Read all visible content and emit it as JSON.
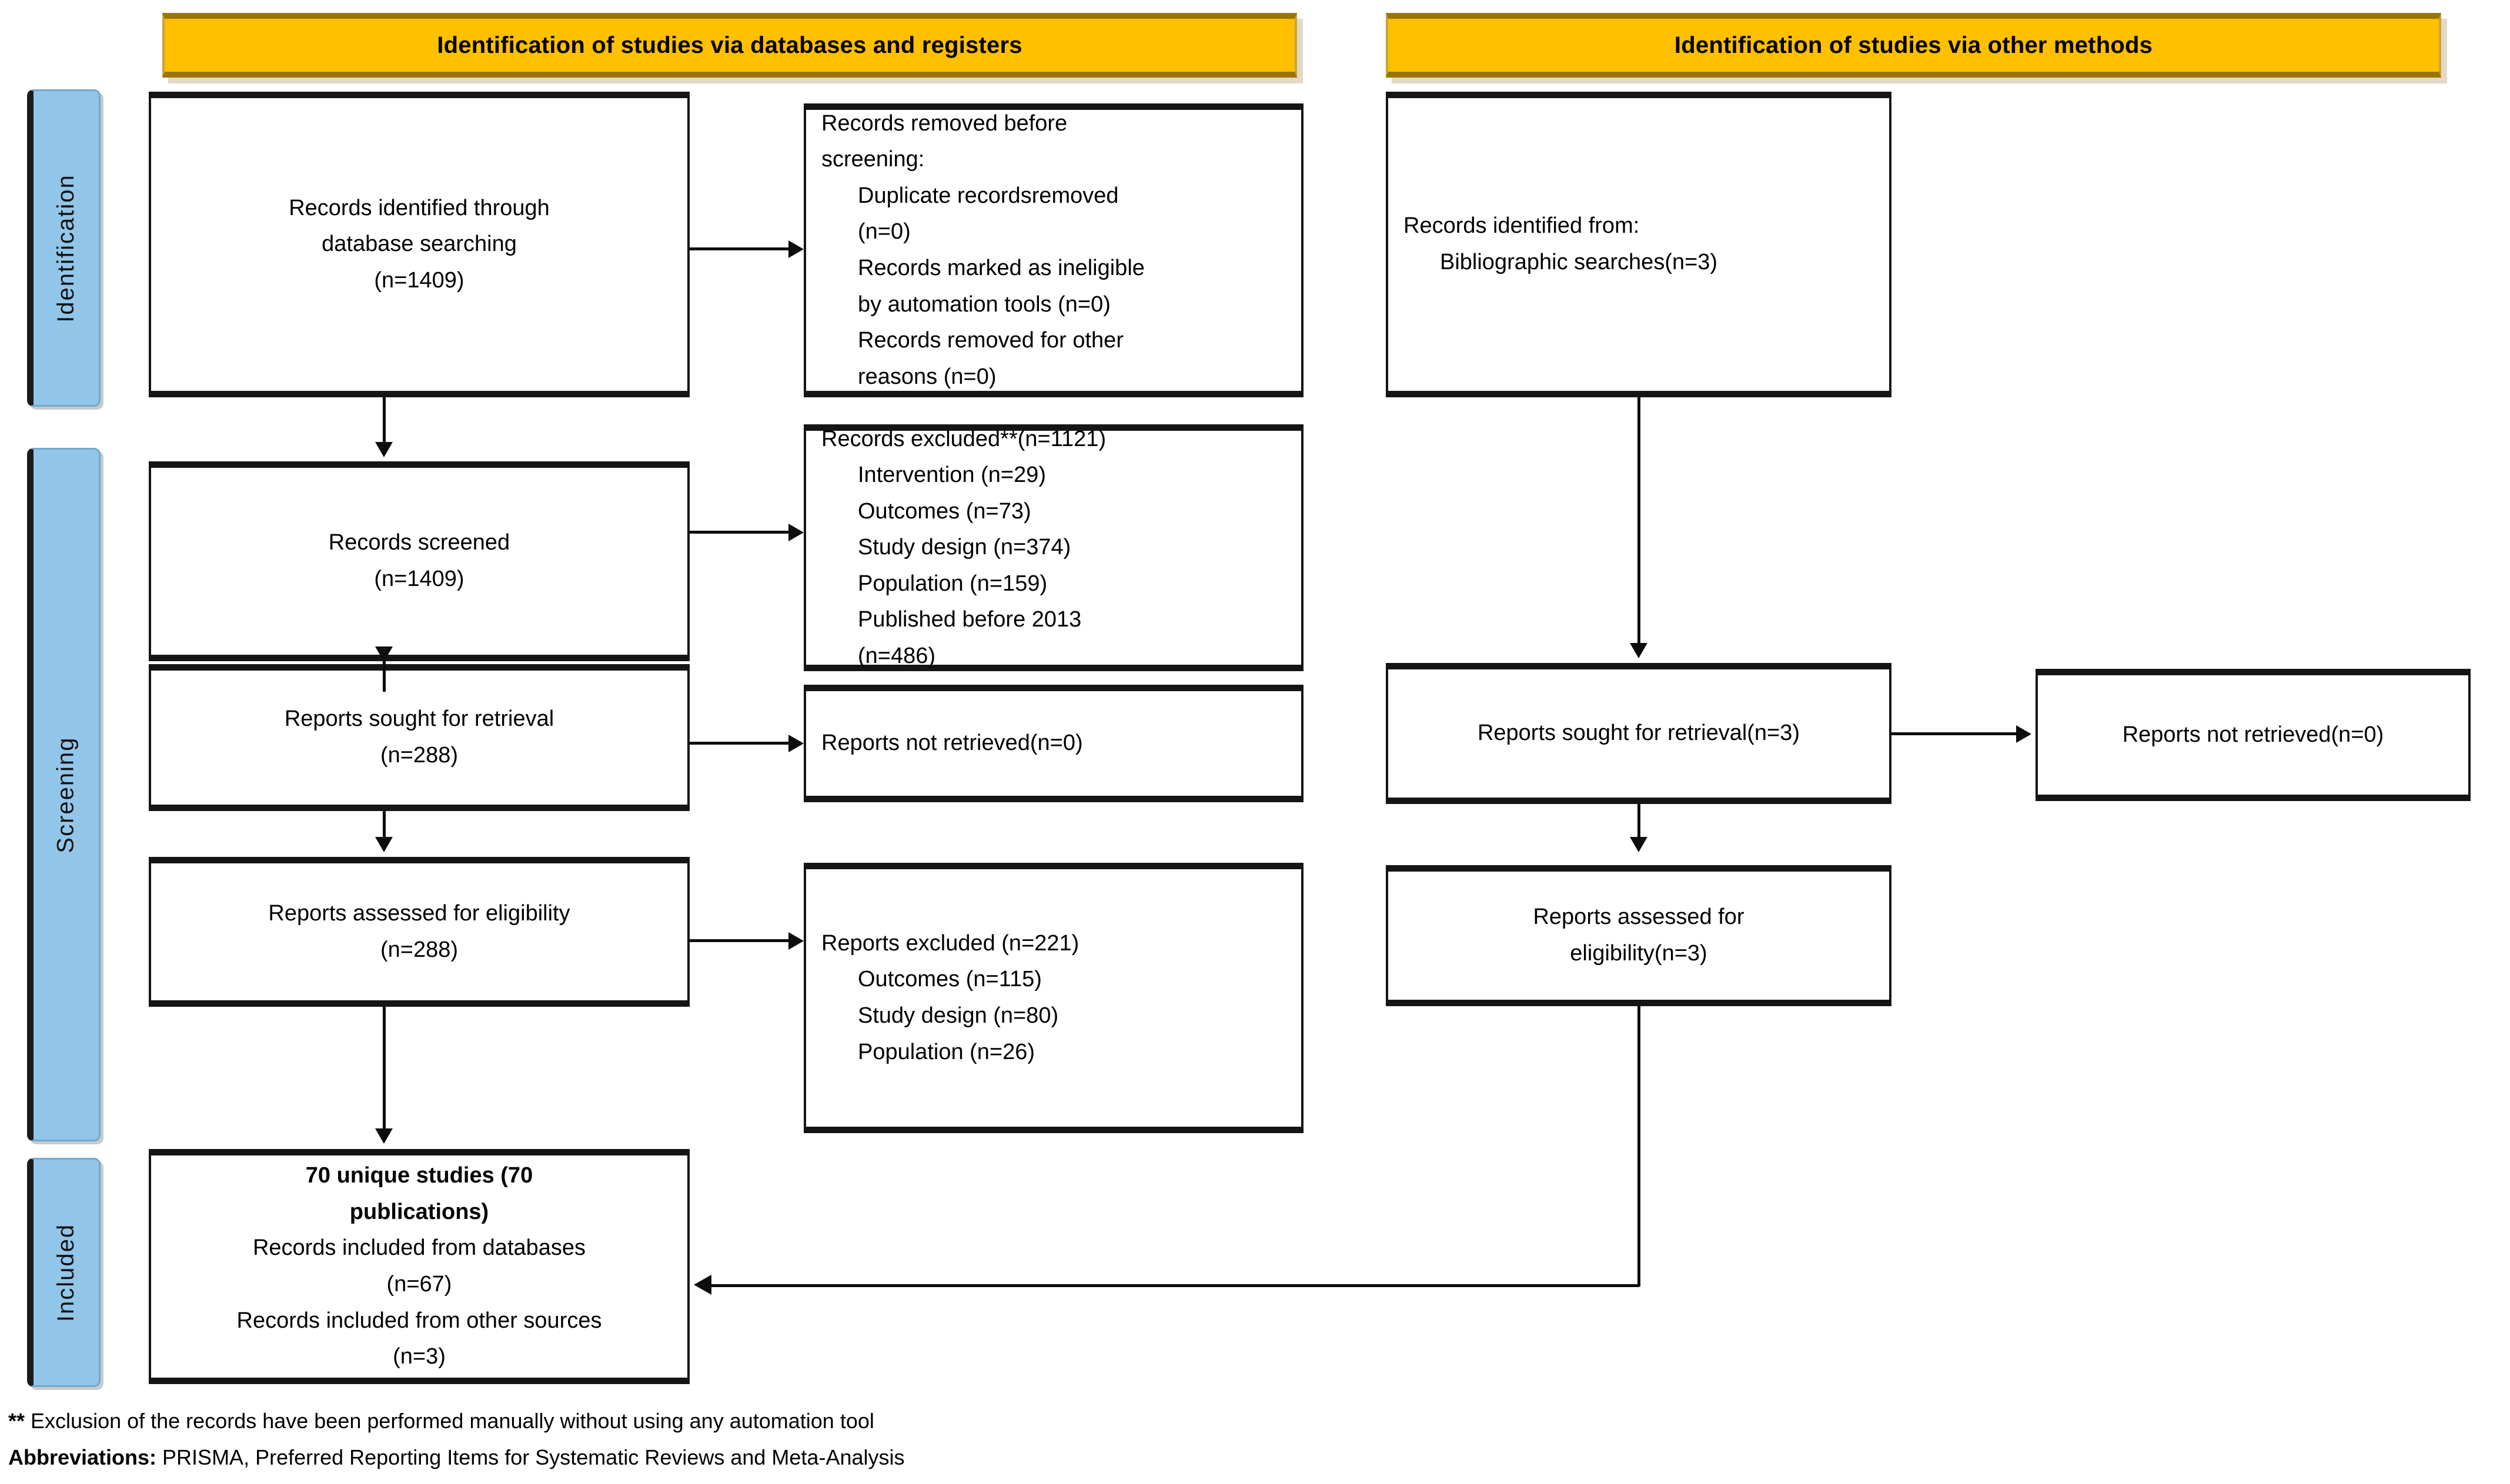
{
  "headers": {
    "databases": "Identification of studies via databases and registers",
    "other": "Identification of studies via other methods"
  },
  "rails": {
    "identification": "Identification",
    "screening": "Screening",
    "included": "Included"
  },
  "colors": {
    "header_fill": "#FFC000",
    "header_border": "#9a7506",
    "rail_fill": "#92C6E9",
    "box_border": "#151515",
    "connector": "#0d0d0d"
  },
  "boxes": {
    "records_identified": {
      "line1": "Records identified through",
      "line2": "database searching",
      "line3": "(n=1409)"
    },
    "records_removed": {
      "line1": "Records removed before",
      "line2": "screening:",
      "line3": "Duplicate recordsremoved",
      "line4": "(n=0)",
      "line5": "Records marked as ineligible",
      "line6": "by automation tools (n=0)",
      "line7": "Records removed for other",
      "line8": "reasons (n=0)"
    },
    "records_screened": {
      "line1": "Records  screened",
      "line2": "(n=1409)"
    },
    "records_excluded": {
      "line1": "Records excluded**(n=1121)",
      "line2": "Intervention (n=29)",
      "line3": "Outcomes (n=73)",
      "line4": "Study design (n=374)",
      "line5": "Population (n=159)",
      "line6": "Published before 2013",
      "line7": "(n=486)"
    },
    "reports_sought": {
      "line1": "Reports sought for retrieval",
      "line2": "(n=288)"
    },
    "reports_not_retrieved": {
      "line1": "Reports not retrieved(n=0)"
    },
    "reports_assessed": {
      "line1": "Reports assessed for eligibility",
      "line2": "(n=288)"
    },
    "reports_excluded": {
      "line1": "Reports excluded (n=221)",
      "line2": "Outcomes (n=115)",
      "line3": "Study design (n=80)",
      "line4": "Population (n=26)"
    },
    "included_studies": {
      "line1": "70 unique studies (70",
      "line2": "publications)",
      "line3": "Records included from databases",
      "line4": "(n=67)",
      "line5": "Records included from other sources",
      "line6": "(n=3)"
    },
    "other_identified": {
      "line1": "Records identified from:",
      "line2": "Bibliographic searches(n=3)"
    },
    "other_sought": {
      "line1": "Reports sought for retrieval(n=3)"
    },
    "other_not_retrieved": {
      "line1": "Reports not retrieved(n=0)"
    },
    "other_assessed": {
      "line1": "Reports assessed for",
      "line2": "eligibility(n=3)"
    }
  },
  "footnotes": {
    "note_marker": "**",
    "note_text": " Exclusion of the records have been performed manually without using any automation tool",
    "abbrev_label": "Abbreviations:",
    "abbrev_text": " PRISMA, Preferred Reporting Items for Systematic Reviews and Meta-Analysis"
  }
}
